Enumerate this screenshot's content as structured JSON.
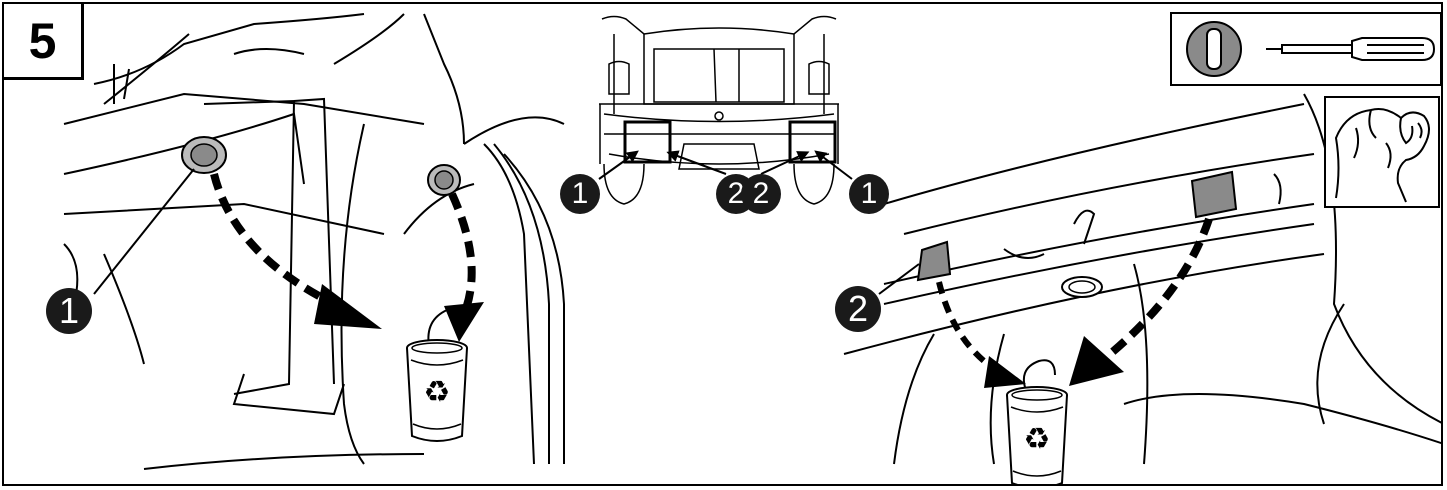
{
  "step": {
    "number": "5"
  },
  "callouts": {
    "left_panel": "1",
    "center_left_1": "1",
    "center_left_2": "2",
    "center_right_2": "2",
    "center_right_1": "1",
    "right_panel": "2"
  },
  "icons": {
    "recycle_bin": "recycle-bin-icon",
    "screwdriver": "flat-screwdriver-icon",
    "plug_slot": "slotted-plug-icon",
    "hand": "hand-press-icon",
    "recycle_symbol": "recycle-symbol"
  },
  "colors": {
    "line": "#000000",
    "plug_fill": "#8a8a8a",
    "callout_fill": "#1a1a1a",
    "background": "#ffffff"
  }
}
